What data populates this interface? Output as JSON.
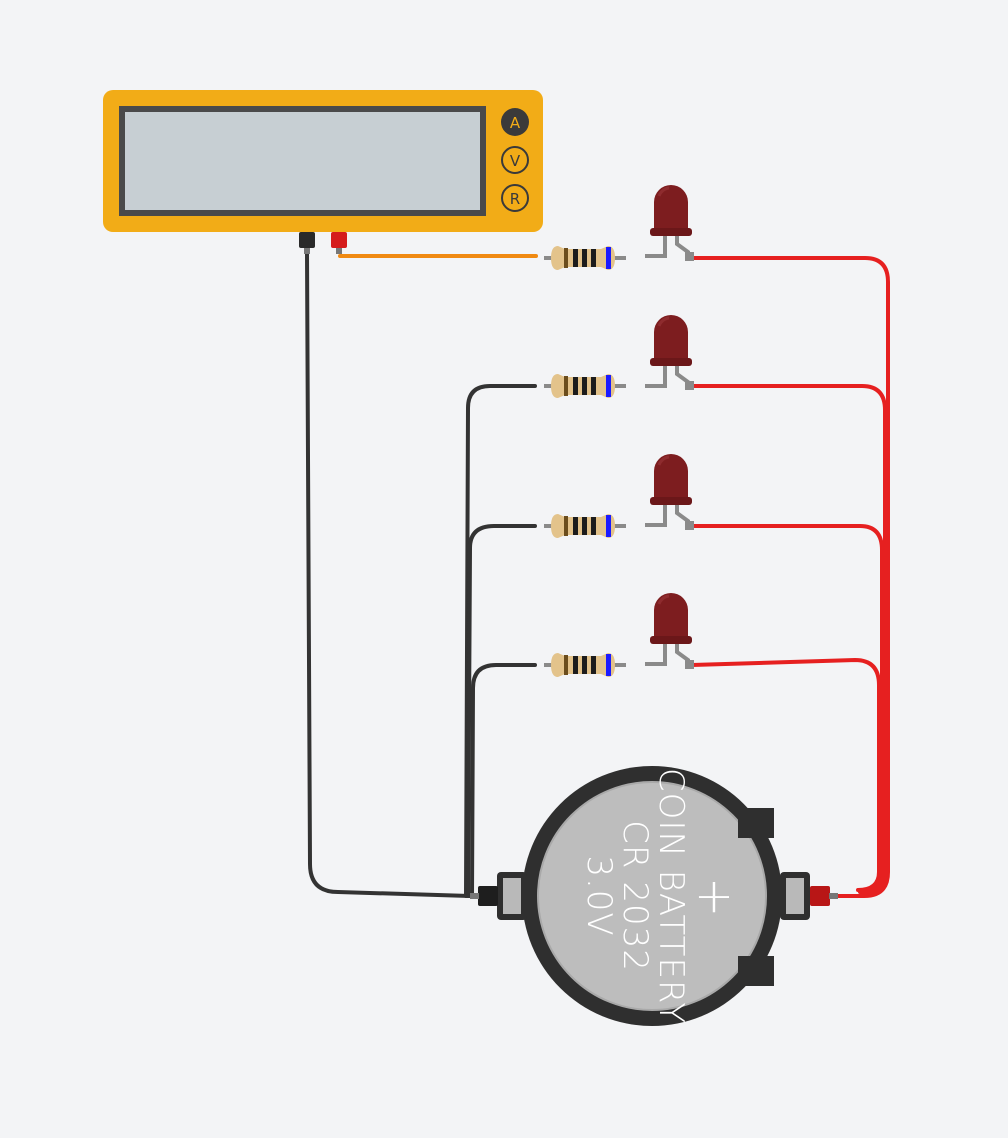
{
  "multimeter": {
    "modes": [
      {
        "label": "A",
        "active": true
      },
      {
        "label": "V",
        "active": false
      },
      {
        "label": "R",
        "active": false
      }
    ],
    "body_color": "#f2ac17",
    "screen_color": "#c7cfd3"
  },
  "battery": {
    "line1": "COIN BATTERY",
    "line2": "CR 2032",
    "line3": "3.0V",
    "plus_symbol": "+"
  },
  "components": {
    "led_count": 4,
    "resistor_count": 4,
    "led_color": "#7d1d1f",
    "resistor_body_color": "#e3c38b"
  },
  "wires": {
    "positive_color": "#e62020",
    "ground_color": "#333333",
    "probe_color": "#f08a12"
  }
}
